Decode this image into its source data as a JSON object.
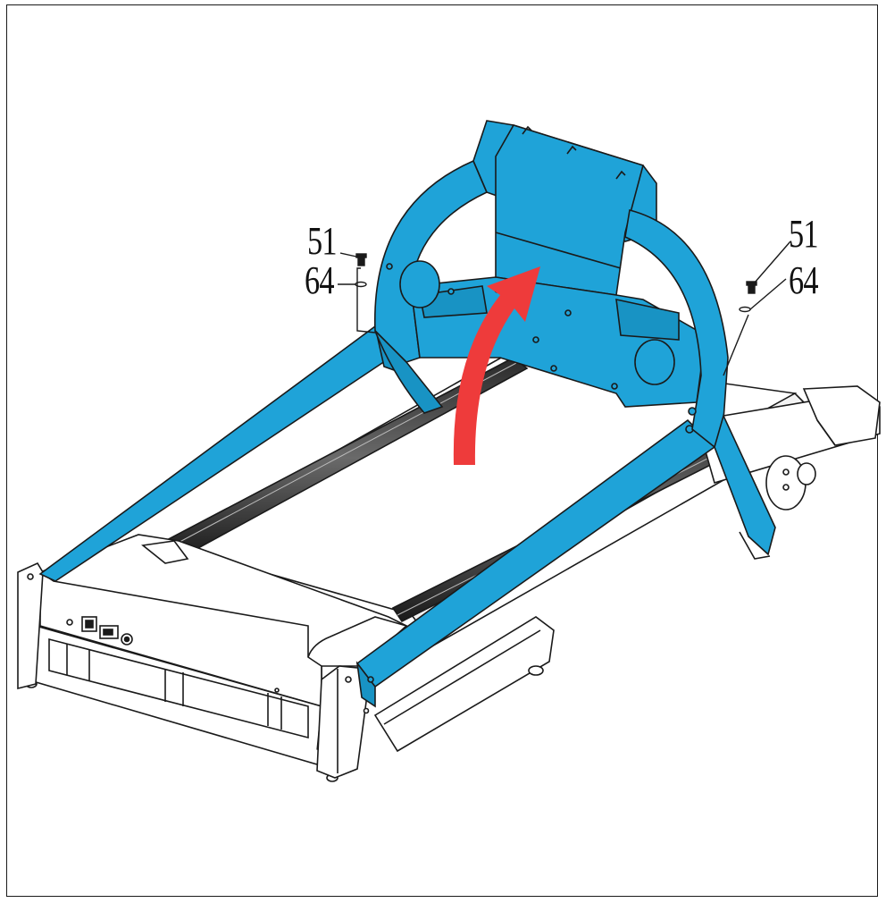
{
  "figure": {
    "background": "#ffffff",
    "frame_color": "#1a1a1a",
    "accent_blue": "#1fa3d8",
    "arrow_red": "#ee3b3b",
    "line_color": "#1a1a1a",
    "parts": {
      "left": {
        "screw": "51",
        "washer": "64"
      },
      "right": {
        "screw": "51",
        "washer": "64"
      }
    },
    "arrow": {
      "meaning": "rotate-upright-icon"
    }
  }
}
